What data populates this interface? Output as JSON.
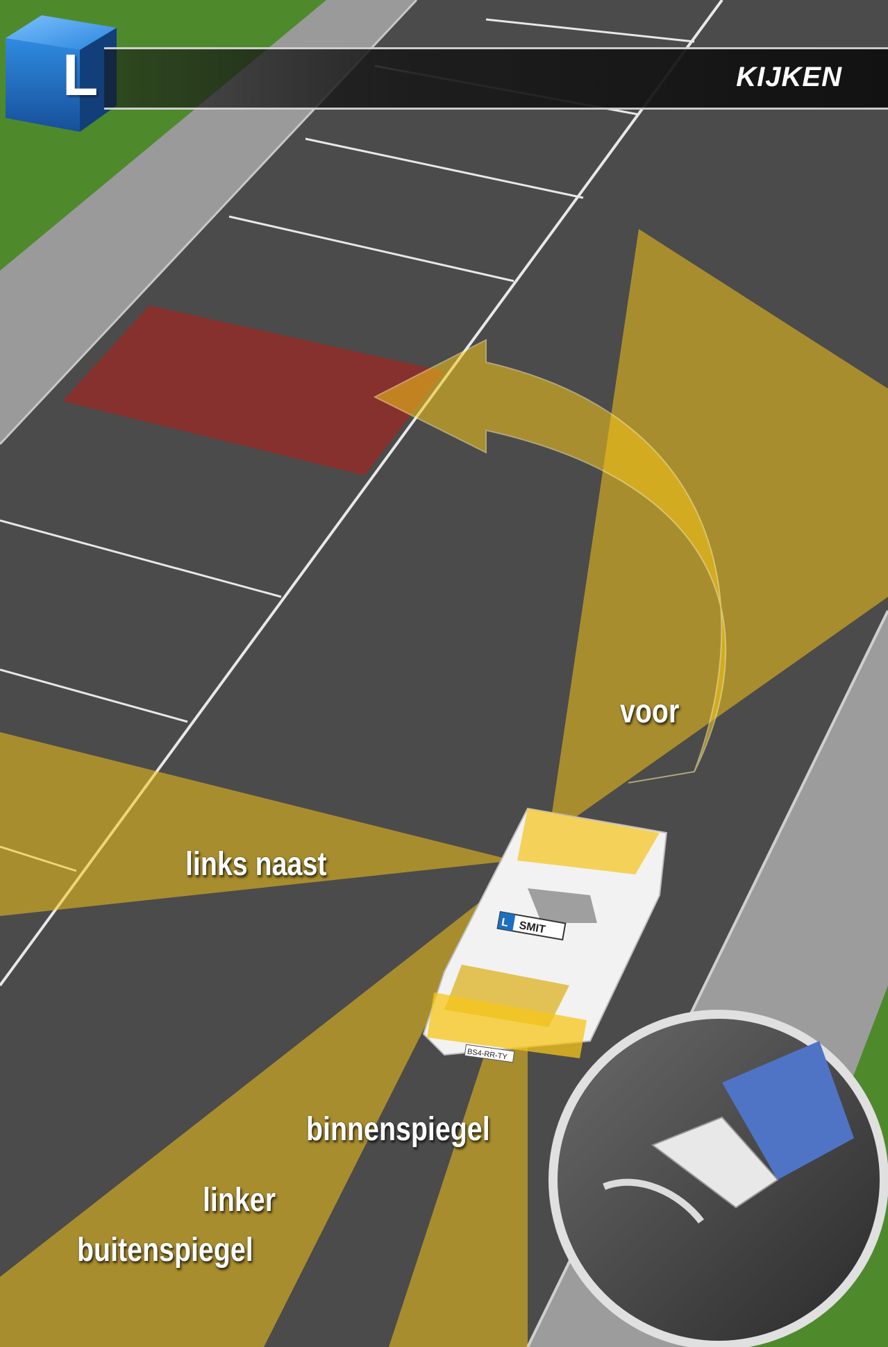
{
  "header": {
    "logo_letter": "L",
    "title": "KIJKEN"
  },
  "car": {
    "roof_sign": "SMIT",
    "roof_sign_letter": "L",
    "plate": "BS4-RR-TY"
  },
  "labels": {
    "front": "voor",
    "left_side": "links naast",
    "inner_mirror": "binnenspiegel",
    "left_outer_mirror_line1": "linker",
    "left_outer_mirror_line2": "buitenspiegel"
  },
  "colors": {
    "view_zone": "#f5c518",
    "target_parking_space": "#8b2f2a",
    "asphalt": "#4b4b4b",
    "grass": "#4e8a2c",
    "sidewalk": "#9a9a9a",
    "logo_cube": "#1d6fc0"
  }
}
